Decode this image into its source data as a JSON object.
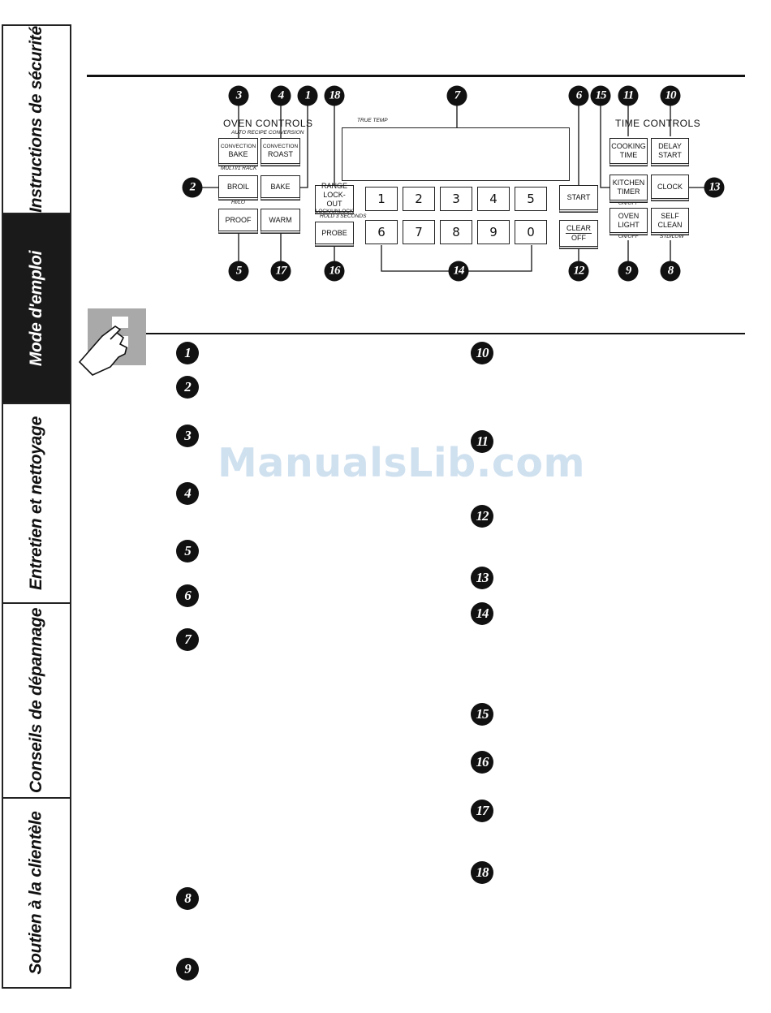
{
  "sidebar": {
    "tabs": [
      {
        "label": "Instructions de sécurité",
        "active": false
      },
      {
        "label": "Mode d'emploi",
        "active": true
      },
      {
        "label": "Entretien et nettoyage",
        "active": false
      },
      {
        "label": "Conseils de dépannage",
        "active": false
      },
      {
        "label": "Soutien à la clientèle",
        "active": false
      }
    ]
  },
  "panel": {
    "oven_controls_heading": "Oven Controls",
    "time_controls_heading": "Time Controls",
    "true_temp_label": "True Temp",
    "auto_recipe_label": "Auto Recipe Conversion",
    "multi_rack_label": "Multi/1 Rack",
    "hi_lo_label": "Hi/Lo",
    "hold_label": "Hold 3 Seconds",
    "on_off_label": "On/Off",
    "on_off_label_2": "On/Off",
    "std_low_label": "Std/Low",
    "buttons": {
      "convection_bake": {
        "line1": "Convection",
        "line2": "Bake"
      },
      "convection_roast": {
        "line1": "Convection",
        "line2": "Roast"
      },
      "broil": "Broil",
      "bake": "Bake",
      "proof": "Proof",
      "warm": "Warm",
      "range_lockout": {
        "line1": "Range",
        "line2": "Lock-Out",
        "line3": "Lock/Unlock"
      },
      "probe": "Probe",
      "start": "Start",
      "clear_off": {
        "line1": "Clear",
        "line2": "Off"
      },
      "cooking_time": {
        "line1": "Cooking",
        "line2": "Time"
      },
      "delay_start": {
        "line1": "Delay",
        "line2": "Start"
      },
      "kitchen_timer": {
        "line1": "Kitchen",
        "line2": "Timer"
      },
      "clock": "Clock",
      "oven_light": {
        "line1": "Oven",
        "line2": "Light"
      },
      "self_clean": {
        "line1": "Self",
        "line2": "Clean"
      }
    },
    "keypad": [
      "1",
      "2",
      "3",
      "4",
      "5",
      "6",
      "7",
      "8",
      "9",
      "0"
    ],
    "callouts": {
      "c1": "1",
      "c2": "2",
      "c3": "3",
      "c4": "4",
      "c5": "5",
      "c6": "6",
      "c7": "7",
      "c8": "8",
      "c9": "9",
      "c10": "10",
      "c11": "11",
      "c12": "12",
      "c13": "13",
      "c14": "14",
      "c15": "15",
      "c16": "16",
      "c17": "17",
      "c18": "18"
    }
  },
  "list": {
    "left": [
      "1",
      "2",
      "3",
      "4",
      "5",
      "6",
      "7",
      "8",
      "9"
    ],
    "right": [
      "10",
      "11",
      "12",
      "13",
      "14",
      "15",
      "16",
      "17",
      "18"
    ]
  },
  "watermark": "ManualsLib.com"
}
